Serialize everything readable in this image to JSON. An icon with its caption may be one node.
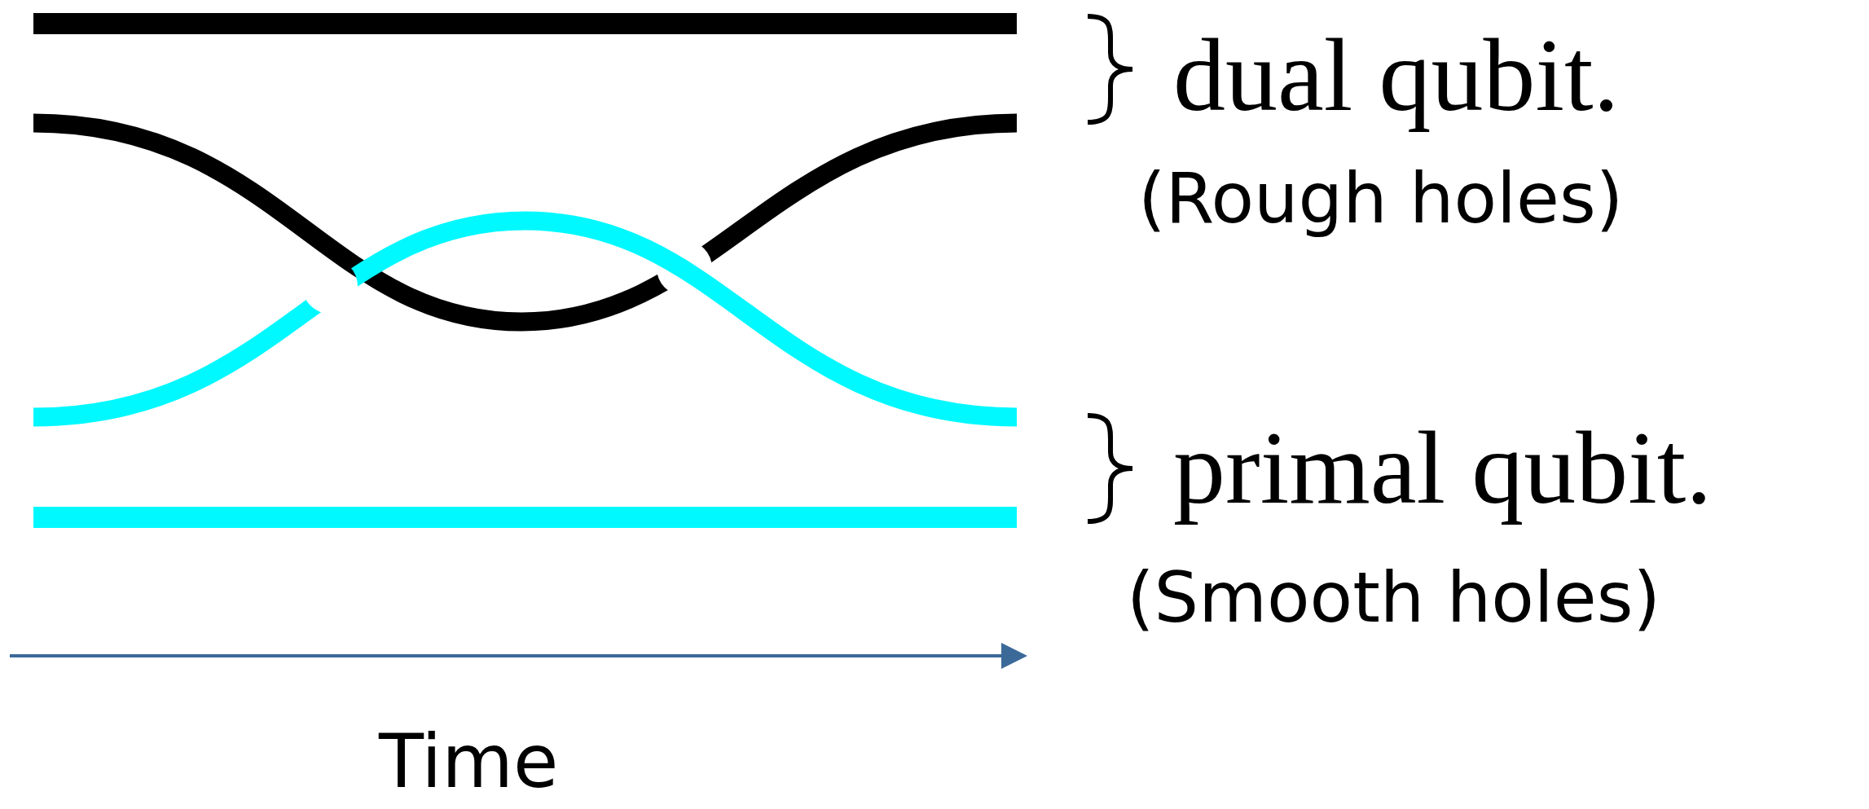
{
  "diagram": {
    "labels": [
      "dual qubit.",
      "(Rough holes)",
      "primal qubit.",
      "(Smooth holes)",
      "Time"
    ]
  }
}
